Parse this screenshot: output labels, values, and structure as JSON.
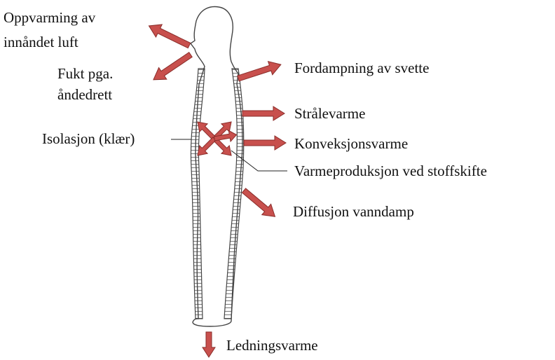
{
  "labels": {
    "preheat": [
      "Oppvarming av",
      "innåndet luft"
    ],
    "moisture": [
      "Fukt pga.",
      "åndedrett"
    ],
    "evaporation": "Fordampning av svette",
    "radiation": "Strålevarme",
    "insulation": "Isolasjon (klær)",
    "convection": "Konveksjonsvarme",
    "metabolism": "Varmeproduksjon ved stoffskifte",
    "diffusion": "Diffusjon vanndamp",
    "conduction": "Ledningsvarme"
  },
  "colors": {
    "arrow_fill": "#c8504d",
    "arrow_stroke": "#8a2d2a",
    "outline": "#444444",
    "text": "#111111"
  }
}
